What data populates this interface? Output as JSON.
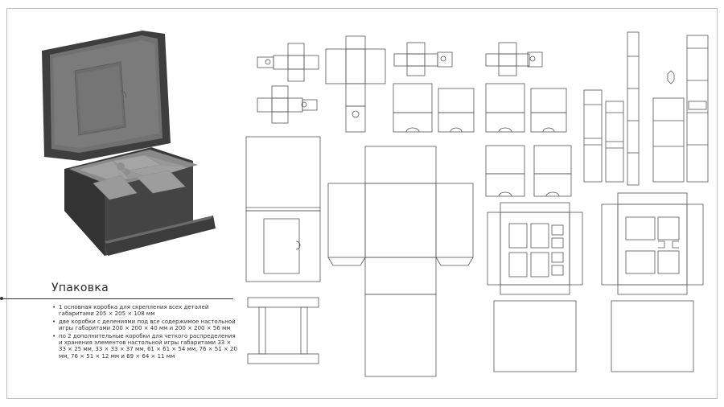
{
  "title": "Упаковка",
  "bullets": [
    "1 основная коробка для скрепления всех деталей габаритами 205 × 205 × 108 мм",
    "две коробки с делениями под все содержимое настольной игры габаритами 200 × 200 × 40 мм и 200 × 200 × 56 мм",
    "по 2 дополнительные коробки для четкого распределения и хранения элементов настольной игры габаритами 33 × 33 × 25 мм, 33 × 33 × 37 мм, 61 × 61 × 54 мм, 76 × 51 × 20 мм, 76 × 51 × 12 мм и 69 × 64 × 11 мм"
  ],
  "colors": {
    "box_dark": "#4a4a4a",
    "box_mid": "#7a7a7a",
    "line": "#555555"
  }
}
